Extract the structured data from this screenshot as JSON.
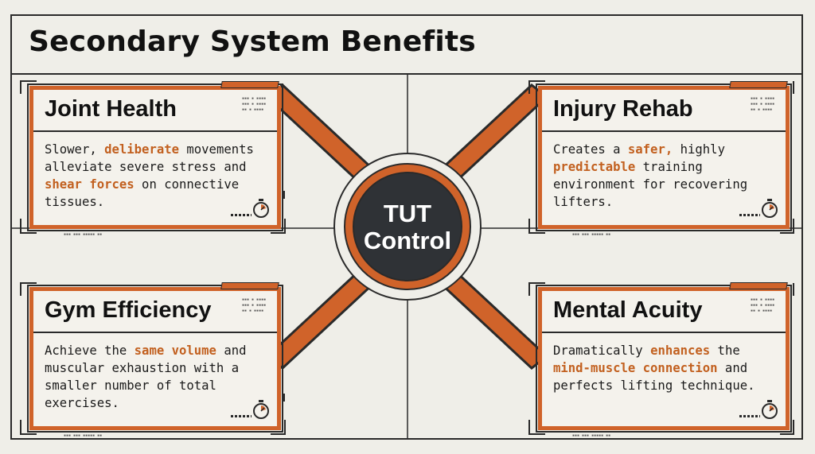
{
  "header": {
    "title": "Secondary System Benefits"
  },
  "hub": {
    "line1": "TUT",
    "line2": "Control"
  },
  "cards": [
    {
      "title": "Joint Health",
      "body": [
        {
          "text": "Slower, "
        },
        {
          "text": "deliberate",
          "highlight": true
        },
        {
          "text": " movements alleviate severe stress and "
        },
        {
          "text": "shear forces",
          "highlight": true
        },
        {
          "text": " on connective tissues."
        }
      ]
    },
    {
      "title": "Injury Rehab",
      "body": [
        {
          "text": "Creates a "
        },
        {
          "text": "safer,",
          "highlight": true
        },
        {
          "text": " highly "
        },
        {
          "text": "predictable",
          "highlight": true
        },
        {
          "text": " training environment for recovering lifters."
        }
      ]
    },
    {
      "title": "Gym Efficiency",
      "body": [
        {
          "text": "Achieve the "
        },
        {
          "text": "same volume",
          "highlight": true
        },
        {
          "text": " and muscular exhaustion with a smaller number of total exercises."
        }
      ]
    },
    {
      "title": "Mental Acuity",
      "body": [
        {
          "text": "Dramatically "
        },
        {
          "text": "enhances",
          "highlight": true
        },
        {
          "text": " the "
        },
        {
          "text": "mind-muscle connection",
          "highlight": true
        },
        {
          "text": " and perfects lifting technique."
        }
      ]
    }
  ],
  "colors": {
    "accent": "#d0632a",
    "ink": "#2a2a2a",
    "background": "#efeee8",
    "hub_fill": "#2f3236"
  },
  "icons": {
    "card_corner": "stopwatch-icon"
  }
}
